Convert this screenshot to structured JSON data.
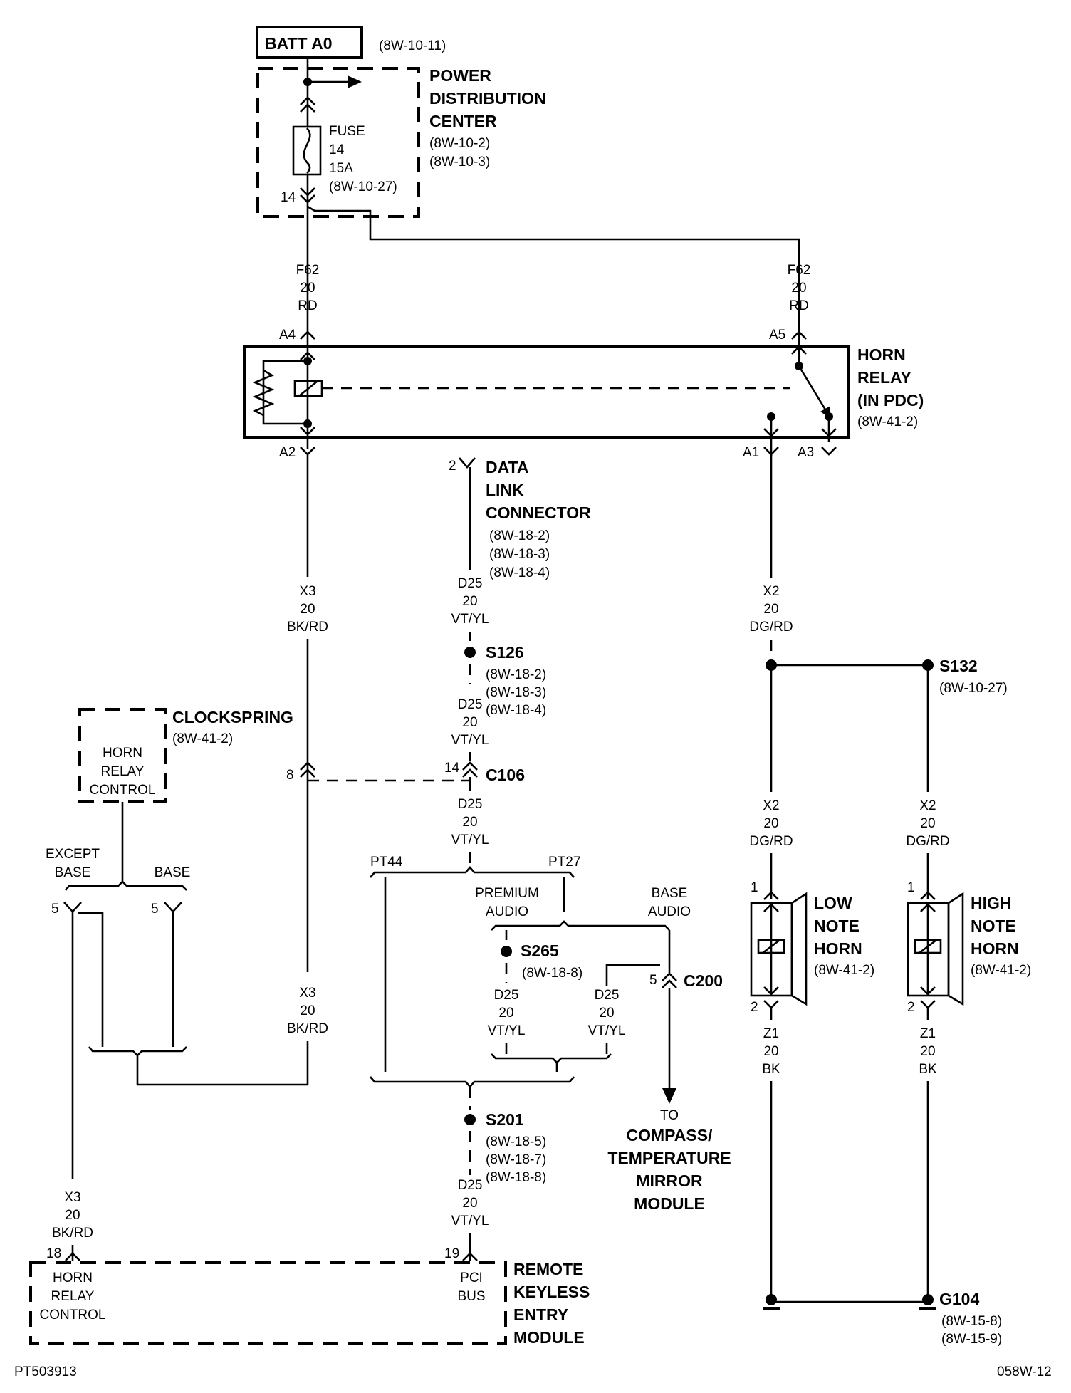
{
  "labels": {
    "batt": "BATT A0",
    "batt_ref": "(8W-10-11)",
    "pdc_title": [
      "POWER",
      "DISTRIBUTION",
      "CENTER"
    ],
    "pdc_refs": [
      "(8W-10-2)",
      "(8W-10-3)"
    ],
    "fuse": [
      "FUSE",
      "14",
      "15A",
      "(8W-10-27)"
    ],
    "fuse_pin": "14",
    "f62_left": [
      "F62",
      "20",
      "RD"
    ],
    "f62_right": [
      "F62",
      "20",
      "RD"
    ],
    "pin_a4": "A4",
    "pin_a5": "A5",
    "pin_a2": "A2",
    "pin_a1": "A1",
    "pin_a3": "A3",
    "relay_title": [
      "HORN",
      "RELAY",
      "(IN PDC)"
    ],
    "relay_ref": "(8W-41-2)",
    "dlc_pin": "2",
    "dlc_title": [
      "DATA",
      "LINK",
      "CONNECTOR"
    ],
    "dlc_refs": [
      "(8W-18-2)",
      "(8W-18-3)",
      "(8W-18-4)"
    ],
    "d25_a": [
      "D25",
      "20",
      "VT/YL"
    ],
    "s126": "S126",
    "s126_refs": [
      "(8W-18-2)",
      "(8W-18-3)",
      "(8W-18-4)"
    ],
    "d25_b": [
      "D25",
      "20",
      "VT/YL"
    ],
    "c106_pin": "14",
    "c106": "C106",
    "d25_c": [
      "D25",
      "20",
      "VT/YL"
    ],
    "x3_top": [
      "X3",
      "20",
      "BK/RD"
    ],
    "clockspring_pin": "8",
    "clockspring": "CLOCKSPRING",
    "clockspring_ref": "(8W-41-2)",
    "clockspring_box": [
      "HORN",
      "RELAY",
      "CONTROL"
    ],
    "except_base": [
      "EXCEPT",
      "BASE"
    ],
    "base": "BASE",
    "pin5_left": "5",
    "pin5_right": "5",
    "x3_mid": [
      "X3",
      "20",
      "BK/RD"
    ],
    "x3_bottom": [
      "X3",
      "20",
      "BK/RD"
    ],
    "pt44": "PT44",
    "pt27": "PT27",
    "premium_audio": [
      "PREMIUM",
      "AUDIO"
    ],
    "base_audio": [
      "BASE",
      "AUDIO"
    ],
    "s265": "S265",
    "s265_ref": "(8W-18-8)",
    "d25_d": [
      "D25",
      "20",
      "VT/YL"
    ],
    "d25_e": [
      "D25",
      "20",
      "VT/YL"
    ],
    "c200_pin": "5",
    "c200": "C200",
    "to": "TO",
    "compass": [
      "COMPASS/",
      "TEMPERATURE",
      "MIRROR",
      "MODULE"
    ],
    "s201": "S201",
    "s201_refs": [
      "(8W-18-5)",
      "(8W-18-7)",
      "(8W-18-8)"
    ],
    "d25_f": [
      "D25",
      "20",
      "VT/YL"
    ],
    "pin18": "18",
    "pin19": "19",
    "rke_horn": [
      "HORN",
      "RELAY",
      "CONTROL"
    ],
    "rke_pci": [
      "PCI",
      "BUS"
    ],
    "rke_title": [
      "REMOTE",
      "KEYLESS",
      "ENTRY",
      "MODULE"
    ],
    "x2_a": [
      "X2",
      "20",
      "DG/RD"
    ],
    "s132": "S132",
    "s132_ref": "(8W-10-27)",
    "x2_b": [
      "X2",
      "20",
      "DG/RD"
    ],
    "x2_c": [
      "X2",
      "20",
      "DG/RD"
    ],
    "low_pin1": "1",
    "low_pin2": "2",
    "low_horn": [
      "LOW",
      "NOTE",
      "HORN"
    ],
    "low_ref": "(8W-41-2)",
    "high_pin1": "1",
    "high_pin2": "2",
    "high_horn": [
      "HIGH",
      "NOTE",
      "HORN"
    ],
    "high_ref": "(8W-41-2)",
    "z1_low": [
      "Z1",
      "20",
      "BK"
    ],
    "z1_high": [
      "Z1",
      "20",
      "BK"
    ],
    "g104": "G104",
    "g104_refs": [
      "(8W-15-8)",
      "(8W-15-9)"
    ],
    "footer_left": "PT503913",
    "footer_right": "058W-12"
  }
}
